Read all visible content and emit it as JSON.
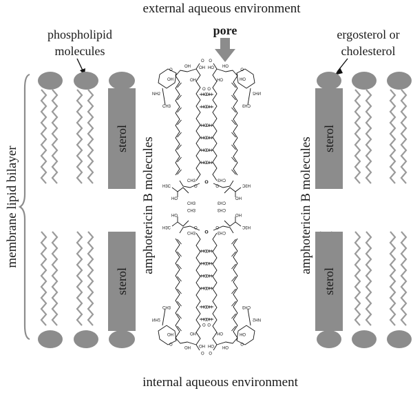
{
  "labels": {
    "external": "external aqueous environment",
    "internal": "internal aqueous environment",
    "pore": "pore",
    "phospholipid_line1": "phospholipid",
    "phospholipid_line2": "molecules",
    "sterol_label_line1": "ergosterol or",
    "sterol_label_line2": "cholesterol",
    "bilayer": "membrane lipid bilayer",
    "amphotericin": "amphotericin B molecules",
    "sterol": "sterol"
  },
  "atoms": {
    "oh": "OH",
    "ho": "HO",
    "o": "O",
    "ch3": "CH3",
    "h3c": "H3C",
    "nh2": "NH2",
    "h2n": "H2N",
    "cooh": "COOH"
  },
  "colors": {
    "head": "#8c8c8c",
    "tail": "#9a9a9a",
    "sterol": "#8c8c8c",
    "arrow": "#8c8c8c",
    "text": "#1a1a1a"
  }
}
